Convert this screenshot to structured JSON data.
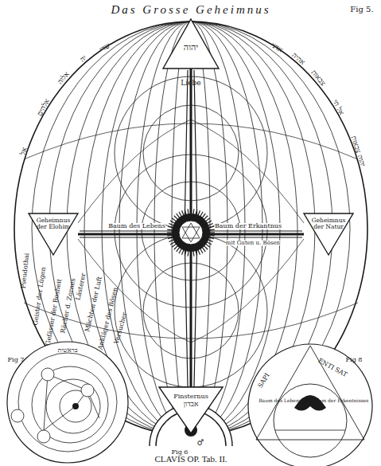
{
  "diagram": {
    "title": "Das Grosse Geheimnus",
    "caption": "CLAVIS OP. Tab. II.",
    "nodes": [
      {
        "text": [
          "יהוה"
        ]
      },
      {
        "text": [
          "Geheimnus der Elohim"
        ]
      },
      {
        "text": [
          "Geheimnus der Natur"
        ]
      },
      {
        "text": [
          "Finsternus",
          "אבדון"
        ]
      }
    ],
    "edges": [
      {
        "from": 0,
        "to": 3,
        "arrow": "none"
      },
      {
        "from": 1,
        "to": 2,
        "arrow": "none"
      }
    ],
    "labels": [
      "Fig 5.",
      "Liebe",
      "Baum des Lebens",
      "Baum der Erkantnus",
      "mit Guten u. Bösen",
      "Pseudothai",
      "Geister der Lügen",
      "Gefässer der Bosheit",
      "Rächer d. Zornes",
      "Lästerer",
      "Mächten der Luft",
      "Ankläger des Bösen",
      "Versucher",
      "אל",
      "אלהים",
      "אלוה",
      "יה",
      "שדי",
      "אדני",
      "אהיה",
      "צבאות",
      "אל חי",
      "יהוה צבאות",
      "Fig 7",
      "בראשית",
      "Fig 6",
      "♂",
      "Fig 8",
      "SAPI",
      "ENTI SAT",
      "Baum des Lebens",
      "Baum der Erkentnisses"
    ]
  }
}
